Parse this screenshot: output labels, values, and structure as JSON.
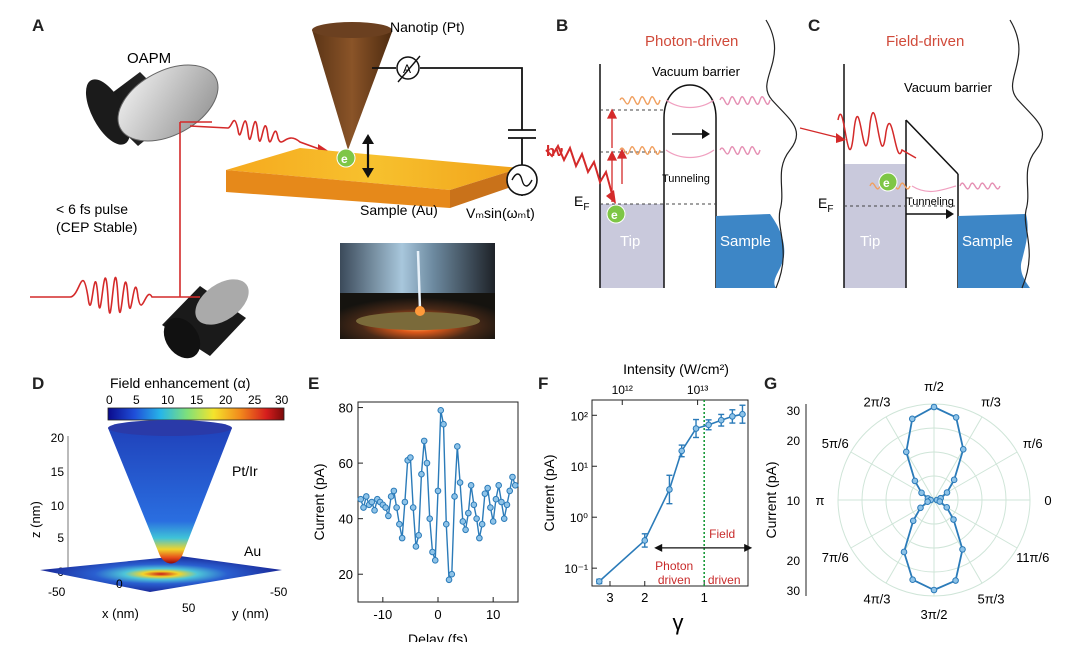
{
  "panels": {
    "A": {
      "letter": "A",
      "oapm_label": "OAPM",
      "nanotip_label": "Nanotip (Pt)",
      "ammeter_label": "A",
      "electron_label": "e",
      "sample_label": "Sample (Au)",
      "pulse_line1": "< 6 fs pulse",
      "pulse_line2": "(CEP Stable)",
      "voltage_label": "Vₘsin(ωₘt)"
    },
    "B": {
      "letter": "B",
      "title": "Photon-driven",
      "barrier_label": "Vacuum barrier",
      "hv_label": "hν",
      "tunneling_label": "Tunneling",
      "ef_label": "E",
      "ef_sub": "F",
      "tip_label": "Tip",
      "sample_label": "Sample",
      "electron_label": "e"
    },
    "C": {
      "letter": "C",
      "title": "Field-driven",
      "barrier_label": "Vacuum barrier",
      "tunneling_label": "Tunneling",
      "ef_label": "E",
      "ef_sub": "F",
      "tip_label": "Tip",
      "sample_label": "Sample",
      "electron_label": "e"
    },
    "D": {
      "letter": "D",
      "colorbar_title": "Field enhancement (α)",
      "colorbar_ticks": [
        "0",
        "5",
        "10",
        "15",
        "20",
        "25",
        "30"
      ],
      "z_label": "z (nm)",
      "z_ticks": [
        "20",
        "15",
        "10",
        "5",
        "0"
      ],
      "x_label": "x (nm)",
      "x_ticks": [
        "-50",
        "0",
        "50"
      ],
      "y_label": "y (nm)",
      "y_ticks": [
        "-50"
      ],
      "tip_material": "Pt/Ir",
      "sample_material": "Au"
    },
    "E": {
      "letter": "E"
    },
    "F": {
      "letter": "F",
      "photon_label_1": "Photon",
      "photon_label_2": "driven",
      "field_label_1": "Field",
      "field_label_2": "driven"
    },
    "G": {
      "letter": "G"
    }
  },
  "colors": {
    "line_blue": "#2b7bb9",
    "marker_fill": "#8ec3e8",
    "laser_red": "#d42a2a",
    "title_red": "#d04a3a",
    "sample_blue": "#3d86c6",
    "tip_gray": "#c9c9dc",
    "field_green": "#1a9a3a",
    "polar_grid": "#cfe5d8"
  },
  "chart_data": [
    {
      "type": "line",
      "panel": "E",
      "xlabel": "Delay (fs)",
      "ylabel": "Current (pA)",
      "xlim": [
        -14.5,
        14.5
      ],
      "ylim": [
        10,
        82
      ],
      "x_ticks": [
        -10,
        0,
        10
      ],
      "y_ticks": [
        20,
        40,
        60,
        80
      ],
      "x": [
        -14,
        -13.5,
        -13,
        -12.5,
        -12,
        -11.5,
        -11,
        -10.5,
        -10,
        -9.5,
        -9,
        -8.5,
        -8,
        -7.5,
        -7,
        -6.5,
        -6,
        -5.5,
        -5,
        -4.5,
        -4,
        -3.5,
        -3,
        -2.5,
        -2,
        -1.5,
        -1,
        -0.5,
        0,
        0.5,
        1,
        1.5,
        2,
        2.5,
        3,
        3.5,
        4,
        4.5,
        5,
        5.5,
        6,
        6.5,
        7,
        7.5,
        8,
        8.5,
        9,
        9.5,
        10,
        10.5,
        11,
        11.5,
        12,
        12.5,
        13,
        13.5,
        14
      ],
      "y": [
        47,
        44,
        48,
        45,
        46,
        43,
        47,
        46,
        45,
        44,
        41,
        48,
        50,
        44,
        38,
        33,
        46,
        61,
        62,
        44,
        30,
        34,
        56,
        68,
        60,
        40,
        28,
        25,
        50,
        79,
        74,
        38,
        18,
        20,
        48,
        66,
        53,
        39,
        36,
        42,
        52,
        45,
        40,
        33,
        38,
        49,
        51,
        44,
        39,
        47,
        52,
        46,
        40,
        45,
        50,
        55,
        52
      ]
    },
    {
      "type": "line",
      "panel": "F",
      "xlabel": "γ",
      "ylabel": "Current (pA)",
      "top_xlabel": "Intensity (W/cm²)",
      "x_scale": "log-reversed",
      "y_scale": "log",
      "x_ticks": [
        "3",
        "2",
        "1"
      ],
      "top_ticks": [
        "10¹²",
        "10¹³"
      ],
      "y_ticks": [
        "10⁻¹",
        "10⁰",
        "10¹",
        "10²"
      ],
      "x": [
        3.4,
        2.0,
        1.5,
        1.3,
        1.1,
        0.95,
        0.82,
        0.72,
        0.64
      ],
      "y": [
        0.055,
        0.35,
        3.5,
        20,
        55,
        65,
        80,
        95,
        105
      ],
      "err_factor": [
        1.1,
        1.35,
        1.9,
        1.3,
        1.5,
        1.25,
        1.3,
        1.35,
        1.5
      ],
      "field_boundary_gamma": 1.0
    },
    {
      "type": "polar",
      "panel": "G",
      "rlabel": "Current (pA)",
      "r_ticks": [
        "30",
        "20",
        "10",
        "20",
        "30"
      ],
      "angle_labels": [
        "π/2",
        "π/3",
        "π/6",
        "0",
        "11π/6",
        "5π/3",
        "3π/2",
        "4π/3",
        "7π/6",
        "π",
        "5π/6",
        "2π/3"
      ],
      "angles_deg": [
        0,
        15,
        30,
        45,
        60,
        75,
        90,
        105,
        120,
        135,
        150,
        165,
        180,
        195,
        210,
        225,
        240,
        255,
        270,
        285,
        300,
        315,
        330,
        345
      ],
      "r": [
        1.0,
        2.3,
        5.0,
        9.5,
        19.5,
        28.5,
        31.0,
        28.0,
        18.5,
        9.0,
        4.8,
        2.1,
        1.1,
        2.2,
        5.2,
        9.8,
        20.0,
        27.5,
        30.0,
        27.8,
        19.0,
        9.2,
        4.9,
        2.0
      ]
    }
  ]
}
